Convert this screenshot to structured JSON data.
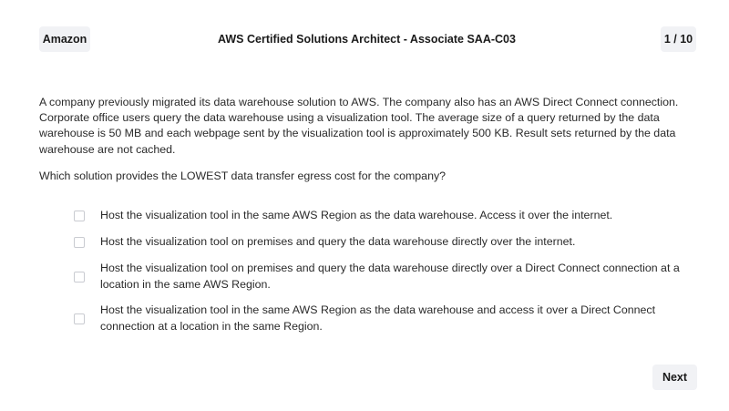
{
  "header": {
    "vendor_label": "Amazon",
    "exam_title": "AWS Certified Solutions Architect - Associate SAA-C03",
    "progress_label": "1 / 10"
  },
  "question": {
    "text": "A company previously migrated its data warehouse solution to AWS. The company also has an AWS Direct Connect connection. Corporate office users query the data warehouse using a visualization tool. The average size of a query returned by the data warehouse is 50 MB and each webpage sent by the visualization tool is approximately 500 KB. Result sets returned by the data warehouse are not cached.",
    "prompt": "Which solution provides the LOWEST data transfer egress cost for the company?"
  },
  "options": [
    {
      "label": "Host the visualization tool in the same AWS Region as the data warehouse. Access it over the internet.",
      "checked": false
    },
    {
      "label": "Host the visualization tool on premises and query the data warehouse directly over the internet.",
      "checked": false
    },
    {
      "label": "Host the visualization tool on premises and query the data warehouse directly over a Direct Connect connection at a location in the same AWS Region.",
      "checked": false
    },
    {
      "label": "Host the visualization tool in the same AWS Region as the data warehouse and access it over a Direct Connect connection at a location in the same Region.",
      "checked": false
    }
  ],
  "footer": {
    "next_label": "Next"
  }
}
